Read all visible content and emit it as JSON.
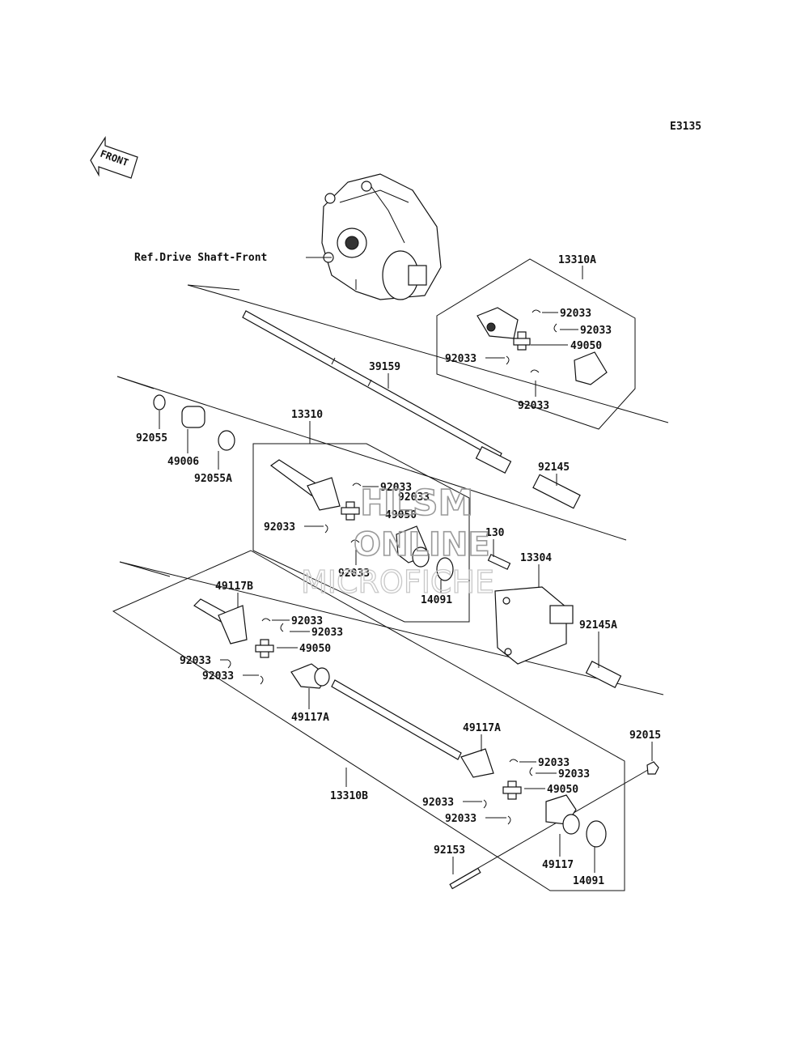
{
  "diagram_code": "E3135",
  "front_label": "FRONT",
  "reference_label": "Ref.Drive Shaft-Front",
  "watermark": {
    "line1": "HLSM",
    "line2": "ONLINE",
    "line3": "MICROFICHE"
  },
  "part_numbers": {
    "p13310A": "13310A",
    "p39159": "39159",
    "p13310": "13310",
    "p92055": "92055",
    "p49006": "49006",
    "p92055A": "92055A",
    "p92145": "92145",
    "p130": "130",
    "p13304": "13304",
    "p92145A": "92145A",
    "p14091": "14091",
    "p49117B": "49117B",
    "p49117A": "49117A",
    "p49117": "49117",
    "p49050": "49050",
    "p92033": "92033",
    "p13310B": "13310B",
    "p92015": "92015",
    "p92153": "92153"
  }
}
